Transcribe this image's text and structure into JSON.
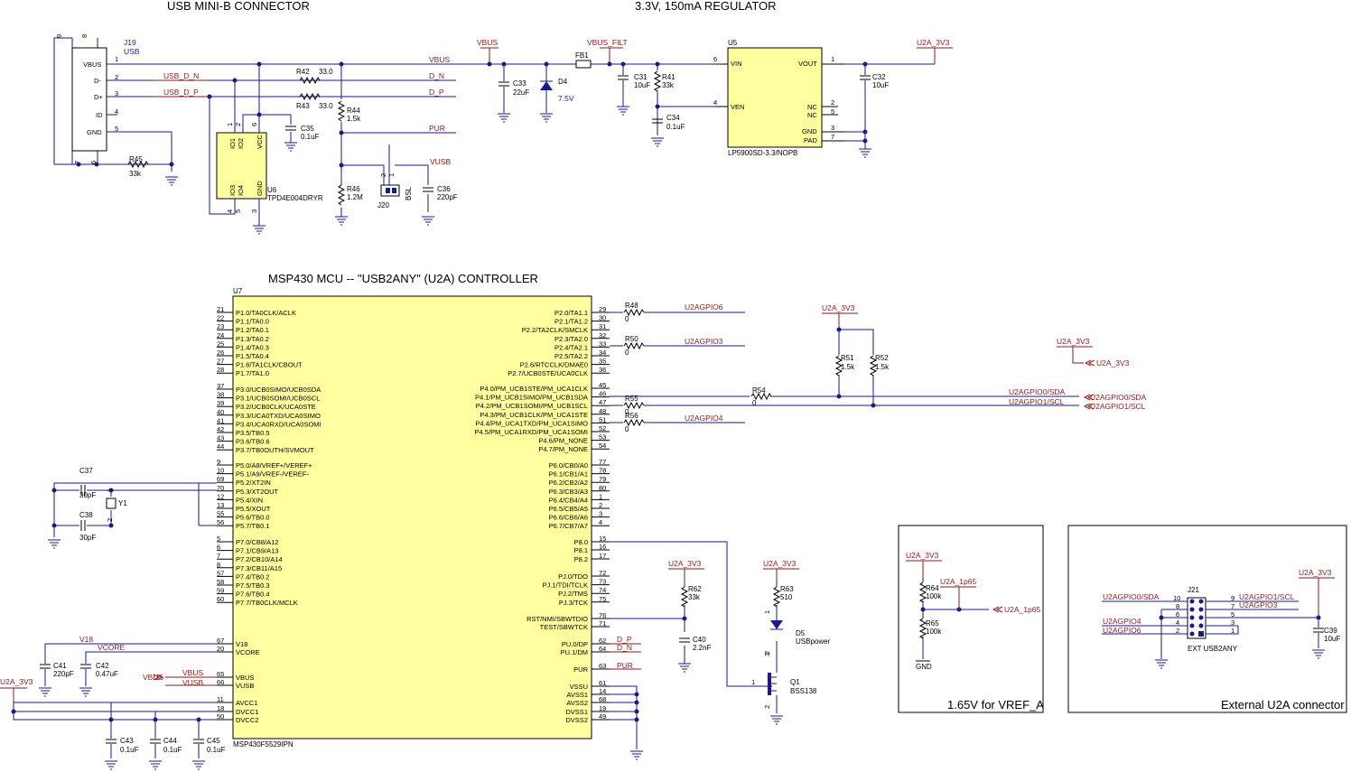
{
  "sections": {
    "usb": "USB MINI-B CONNECTOR",
    "reg": "3.3V, 150mA REGULATOR",
    "mcu": "MSP430 MCU -- \"USB2ANY\"  (U2A) CONTROLLER",
    "vref": "1.65V for VREF_A",
    "ext": "External U2A  connector"
  },
  "usb_conn": {
    "ref": "J19",
    "name": "USB",
    "pins": [
      "VBUS",
      "D-",
      "D+",
      "ID",
      "GND"
    ],
    "pin_nums": [
      "1",
      "2",
      "3",
      "4",
      "5"
    ],
    "top_pins": [
      "9",
      "8"
    ],
    "bot_pins": [
      "7",
      "6"
    ]
  },
  "nets": {
    "usb_d_n": "USB_D_N",
    "usb_d_p": "USB_D_P",
    "vbus": "VBUS",
    "vbus_filt": "VBUS_FILT",
    "d_n": "D_N",
    "d_p": "D_P",
    "pur": "PUR",
    "vusb": "VUSB",
    "u2a_3v3": "U2A_3V3",
    "v18": "V18",
    "vcore": "VCORE",
    "gpio6": "U2AGPIO6",
    "gpio3": "U2AGPIO3",
    "gpio4": "U2AGPIO4",
    "sda": "U2AGPIO0/SDA",
    "scl": "U2AGPIO1/SCL",
    "u2a_1p65": "U2A_1p65",
    "gnd": "GND"
  },
  "components": {
    "r42": {
      "ref": "R42",
      "val": "33.0"
    },
    "r43": {
      "ref": "R43",
      "val": "33.0"
    },
    "r44": {
      "ref": "R44",
      "val": "1.5k"
    },
    "r45": {
      "ref": "R45",
      "val": "33k"
    },
    "r46": {
      "ref": "R46",
      "val": "1.2M"
    },
    "c33": {
      "ref": "C33",
      "val": "22uF"
    },
    "c35": {
      "ref": "C35",
      "val": "0.1uF"
    },
    "c36": {
      "ref": "C36",
      "val": "220pF"
    },
    "d4": {
      "ref": "D4",
      "val": "7.5V"
    },
    "fb1": {
      "ref": "FB1"
    },
    "c31": {
      "ref": "C31",
      "val": "10uF"
    },
    "r41": {
      "ref": "R41",
      "val": "33k"
    },
    "c34": {
      "ref": "C34",
      "val": "0.1uF"
    },
    "c32": {
      "ref": "C32",
      "val": "10uF"
    },
    "j20": {
      "ref": "J20",
      "val": "BSL",
      "pins": [
        "2",
        "1"
      ]
    },
    "u6": {
      "ref": "U6",
      "part": "TPD4E004DRYR",
      "pins": [
        "IO1",
        "IO2",
        "VCC",
        "IO3",
        "IO4",
        "GND"
      ],
      "nums": [
        "1",
        "2",
        "6",
        "4",
        "5",
        "3"
      ]
    },
    "u5": {
      "ref": "U5",
      "part": "LP5900SD-3.3/NOPB",
      "left": [
        {
          "n": "VIN",
          "p": "6"
        },
        {
          "n": "VEN",
          "p": "4"
        }
      ],
      "right": [
        {
          "n": "VOUT",
          "p": "1"
        },
        {
          "n": "NC",
          "p": "2"
        },
        {
          "n": "NC",
          "p": "5"
        },
        {
          "n": "GND",
          "p": "3"
        },
        {
          "n": "PAD",
          "p": "7"
        }
      ]
    },
    "c37": {
      "ref": "C37",
      "val": "30pF"
    },
    "c38": {
      "ref": "C38",
      "val": "30pF"
    },
    "y1": {
      "ref": "Y1",
      "pins": [
        "1",
        "2"
      ]
    },
    "c41": {
      "ref": "C41",
      "val": "220pF"
    },
    "c42": {
      "ref": "C42",
      "val": "0.47uF"
    },
    "c43": {
      "ref": "C43",
      "val": "0.1uF"
    },
    "c44": {
      "ref": "C44",
      "val": "0.1uF"
    },
    "c45": {
      "ref": "C45",
      "val": "0.1uF"
    },
    "r48": {
      "ref": "R48",
      "val": "0"
    },
    "r50": {
      "ref": "R50",
      "val": "0"
    },
    "r54": {
      "ref": "R54",
      "val": "0"
    },
    "r55": {
      "ref": "R55",
      "val": "0"
    },
    "r56": {
      "ref": "R56",
      "val": "0"
    },
    "r51": {
      "ref": "R51",
      "val": "1.5k"
    },
    "r52": {
      "ref": "R52",
      "val": "1.5k"
    },
    "r62": {
      "ref": "R62",
      "val": "33k"
    },
    "c40": {
      "ref": "C40",
      "val": "2.2nF"
    },
    "r63": {
      "ref": "R63",
      "val": "510"
    },
    "d5": {
      "ref": "D5",
      "val": "USBpower"
    },
    "q1": {
      "ref": "Q1",
      "val": "BSS138"
    },
    "r64": {
      "ref": "R64",
      "val": "100k"
    },
    "r65": {
      "ref": "R65",
      "val": "100k"
    },
    "c39": {
      "ref": "C39",
      "val": "10uF"
    },
    "j21": {
      "ref": "J21",
      "val": "EXT USB2ANY"
    }
  },
  "mcu": {
    "ref": "U7",
    "part": "MSP430F5529IPN",
    "left_pins": [
      {
        "n": "P1.0/TA0CLK/ACLK",
        "p": "21"
      },
      {
        "n": "P1.1/TA0.0",
        "p": "22"
      },
      {
        "n": "P1.2/TA0.1",
        "p": "23"
      },
      {
        "n": "P1.3/TA0.2",
        "p": "24"
      },
      {
        "n": "P1.4/TA0.3",
        "p": "25"
      },
      {
        "n": "P1.5/TA0.4",
        "p": "26"
      },
      {
        "n": "P1.6/TA1CLK/CBOUT",
        "p": "27"
      },
      {
        "n": "P1.7/TA1.0",
        "p": "28"
      },
      {
        "n": "P3.0/UCB0SIMO/UCB0SDA",
        "p": "37"
      },
      {
        "n": "P3.1/UCB0SOMI/UCB0SCL",
        "p": "38"
      },
      {
        "n": "P3.2/UCB0CLK/UCA0STE",
        "p": "39"
      },
      {
        "n": "P3.3/UCA0TXD/UCA0SIMO",
        "p": "40"
      },
      {
        "n": "P3.4/UCA0RXD/UCA0SOMI",
        "p": "41"
      },
      {
        "n": "P3.5/TB0.5",
        "p": "42"
      },
      {
        "n": "P3.6/TB0.6",
        "p": "43"
      },
      {
        "n": "P3.7/TB0OUTH/SVMOUT",
        "p": "44"
      },
      {
        "n": "P5.0/A8/VREF+/VEREF+",
        "p": "9"
      },
      {
        "n": "P5.1/A9/VREF-/VEREF-",
        "p": "10"
      },
      {
        "n": "P5.2/XT2IN",
        "p": "69"
      },
      {
        "n": "P5.3/XT2OUT",
        "p": "70"
      },
      {
        "n": "P5.4/XIN",
        "p": "12"
      },
      {
        "n": "P5.5/XOUT",
        "p": "13"
      },
      {
        "n": "P5.6/TB0.0",
        "p": "55"
      },
      {
        "n": "P5.7/TB0.1",
        "p": "56"
      },
      {
        "n": "P7.0/CB8/A12",
        "p": "5"
      },
      {
        "n": "P7.1/CB9/A13",
        "p": "6"
      },
      {
        "n": "P7.2/CB10/A14",
        "p": "7"
      },
      {
        "n": "P7.3/CB11/A15",
        "p": "8"
      },
      {
        "n": "P7.4/TB0.2",
        "p": "57"
      },
      {
        "n": "P7.5/TB0.3",
        "p": "58"
      },
      {
        "n": "P7.6/TB0.4",
        "p": "59"
      },
      {
        "n": "P7.7/TB0CLK/MCLK",
        "p": "60"
      },
      {
        "n": "V18",
        "p": "67"
      },
      {
        "n": "VCORE",
        "p": "20"
      },
      {
        "n": "VBUS",
        "p": "65"
      },
      {
        "n": "VUSB",
        "p": "66"
      },
      {
        "n": "AVCC1",
        "p": "11"
      },
      {
        "n": "DVCC1",
        "p": "18"
      },
      {
        "n": "DVCC2",
        "p": "50"
      }
    ],
    "right_pins": [
      {
        "n": "P2.0/TA1.1",
        "p": "29"
      },
      {
        "n": "P2.1/TA1.2",
        "p": "30"
      },
      {
        "n": "P2.2/TA2CLK/SMCLK",
        "p": "31"
      },
      {
        "n": "P2.3/TA2.0",
        "p": "32"
      },
      {
        "n": "P2.4/TA2.1",
        "p": "33"
      },
      {
        "n": "P2.5/TA2.2",
        "p": "34"
      },
      {
        "n": "P2.6/RTCCLK/DMAE0",
        "p": "35"
      },
      {
        "n": "P2.7/UCB0STE/UCA0CLK",
        "p": "36"
      },
      {
        "n": "P4.0/PM_UCB1STE/PM_UCA1CLK",
        "p": "45"
      },
      {
        "n": "P4.1/PM_UCB1SIMO/PM_UCB1SDA",
        "p": "46"
      },
      {
        "n": "P4.2/PM_UCB1SOMI/PM_UCB1SCL",
        "p": "47"
      },
      {
        "n": "P4.3/PM_UCB1CLK/PM_UCA1STE",
        "p": "48"
      },
      {
        "n": "P4.4/PM_UCA1TXD/PM_UCA1SIMO",
        "p": "51"
      },
      {
        "n": "P4.5/PM_UCA1RXD/PM_UCA1SOMI",
        "p": "52"
      },
      {
        "n": "P4.6/PM_NONE",
        "p": "53"
      },
      {
        "n": "P4.7/PM_NONE",
        "p": "54"
      },
      {
        "n": "P6.0/CB0/A0",
        "p": "77"
      },
      {
        "n": "P6.1/CB1/A1",
        "p": "78"
      },
      {
        "n": "P6.2/CB2/A2",
        "p": "79"
      },
      {
        "n": "P6.3/CB3/A3",
        "p": "80"
      },
      {
        "n": "P6.4/CB4/A4",
        "p": "1"
      },
      {
        "n": "P6.5/CB5/A5",
        "p": "2"
      },
      {
        "n": "P6.6/CB6/A6",
        "p": "3"
      },
      {
        "n": "P6.7/CB7/A7",
        "p": "4"
      },
      {
        "n": "P8.0",
        "p": "15"
      },
      {
        "n": "P8.1",
        "p": "16"
      },
      {
        "n": "P8.2",
        "p": "17"
      },
      {
        "n": "PJ.0/TDO",
        "p": "72"
      },
      {
        "n": "PJ.1/TDI/TCLK",
        "p": "73"
      },
      {
        "n": "PJ.2/TMS",
        "p": "74"
      },
      {
        "n": "PJ.3/TCK",
        "p": "75"
      },
      {
        "n": "RST/NMI/SBWTDIO",
        "p": "76"
      },
      {
        "n": "TEST/SBWTCK",
        "p": "71"
      },
      {
        "n": "PU.0/DP",
        "p": "62"
      },
      {
        "n": "PU.1/DM",
        "p": "64"
      },
      {
        "n": "PUR",
        "p": "63"
      },
      {
        "n": "VSSU",
        "p": "61"
      },
      {
        "n": "AVSS1",
        "p": "14"
      },
      {
        "n": "AVSS2",
        "p": "68"
      },
      {
        "n": "DVSS1",
        "p": "19"
      },
      {
        "n": "DVSS2",
        "p": "49"
      }
    ]
  },
  "j21_pins": {
    "left": [
      "10",
      "8",
      "6",
      "4",
      "2"
    ],
    "right": [
      "9",
      "7",
      "5",
      "3",
      "1"
    ]
  }
}
